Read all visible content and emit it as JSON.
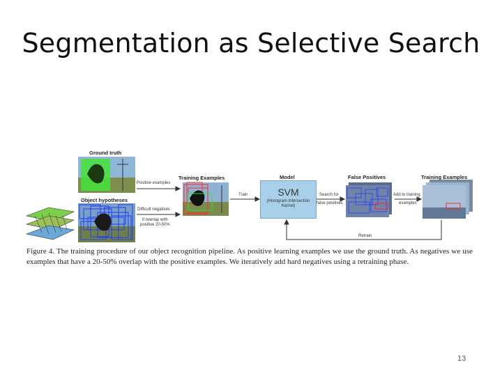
{
  "slide": {
    "title": "Segmentation as Selective Search",
    "page_number": "13"
  },
  "figure": {
    "labels": {
      "ground_truth": "Ground truth",
      "object_hypotheses": "Object hypotheses",
      "training_examples_1": "Training Examples",
      "model": "Model",
      "false_positives": "False Positives",
      "training_examples_2": "Training Examples"
    },
    "arrows": {
      "positive_examples": "Positive examples",
      "difficult_negatives": "Difficult negatives",
      "if_overlap_1": "if overlap with",
      "if_overlap_2": "positive 20-50%",
      "train": "Train",
      "search_for_1": "Search for",
      "search_for_2": "false positives",
      "add_to_1": "Add to training",
      "add_to_2": "examples",
      "retrain": "Retrain"
    },
    "svm": {
      "title": "SVM",
      "sub_1": "(Histogram Intersection",
      "sub_2": "Kernel)"
    },
    "caption": "Figure 4. The training procedure of our object recognition pipeline. As positive learning examples we use the ground truth. As negatives we use examples that have a 20-50% overlap with the positive examples. We iteratively add hard negatives using a retraining phase."
  }
}
